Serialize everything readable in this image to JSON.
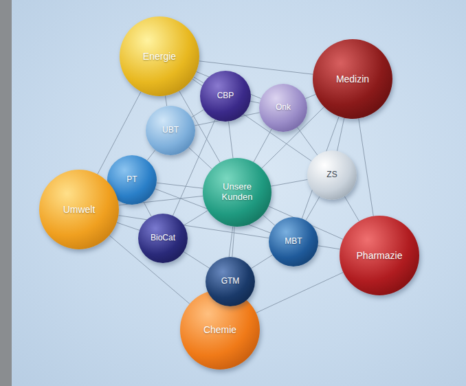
{
  "diagram": {
    "nodes": [
      {
        "text": [
          "Energie"
        ]
      },
      {
        "text": [
          "CBP"
        ]
      },
      {
        "text": [
          "Medizin"
        ]
      },
      {
        "text": [
          "Onk"
        ]
      },
      {
        "text": [
          "UBT"
        ]
      },
      {
        "text": [
          "ZS"
        ]
      },
      {
        "text": [
          "PT"
        ]
      },
      {
        "text": [
          "Unsere Kunden"
        ]
      },
      {
        "text": [
          "Umwelt"
        ]
      },
      {
        "text": [
          "BioCat"
        ]
      },
      {
        "text": [
          "MBT"
        ]
      },
      {
        "text": [
          "Pharmazie"
        ]
      },
      {
        "text": [
          "GTM"
        ]
      },
      {
        "text": [
          "Chemie"
        ]
      }
    ],
    "edges": [
      {
        "from": 7,
        "to": 0,
        "arrow": "none"
      },
      {
        "from": 7,
        "to": 1,
        "arrow": "none"
      },
      {
        "from": 7,
        "to": 2,
        "arrow": "none"
      },
      {
        "from": 7,
        "to": 3,
        "arrow": "none"
      },
      {
        "from": 7,
        "to": 4,
        "arrow": "none"
      },
      {
        "from": 7,
        "to": 5,
        "arrow": "none"
      },
      {
        "from": 7,
        "to": 6,
        "arrow": "none"
      },
      {
        "from": 7,
        "to": 8,
        "arrow": "none"
      },
      {
        "from": 7,
        "to": 9,
        "arrow": "none"
      },
      {
        "from": 7,
        "to": 10,
        "arrow": "none"
      },
      {
        "from": 7,
        "to": 11,
        "arrow": "none"
      },
      {
        "from": 7,
        "to": 12,
        "arrow": "none"
      },
      {
        "from": 7,
        "to": 13,
        "arrow": "none"
      },
      {
        "from": 0,
        "to": 2,
        "arrow": "none"
      },
      {
        "from": 2,
        "to": 11,
        "arrow": "none"
      },
      {
        "from": 11,
        "to": 13,
        "arrow": "none"
      },
      {
        "from": 13,
        "to": 8,
        "arrow": "none"
      },
      {
        "from": 8,
        "to": 0,
        "arrow": "none"
      },
      {
        "from": 0,
        "to": 1,
        "arrow": "none"
      },
      {
        "from": 0,
        "to": 4,
        "arrow": "none"
      },
      {
        "from": 0,
        "to": 3,
        "arrow": "none"
      },
      {
        "from": 0,
        "to": 5,
        "arrow": "none"
      },
      {
        "from": 1,
        "to": 3,
        "arrow": "none"
      },
      {
        "from": 1,
        "to": 4,
        "arrow": "none"
      },
      {
        "from": 1,
        "to": 9,
        "arrow": "none"
      },
      {
        "from": 3,
        "to": 5,
        "arrow": "none"
      },
      {
        "from": 3,
        "to": 2,
        "arrow": "none"
      },
      {
        "from": 3,
        "to": 4,
        "arrow": "none"
      },
      {
        "from": 4,
        "to": 6,
        "arrow": "none"
      },
      {
        "from": 6,
        "to": 8,
        "arrow": "none"
      },
      {
        "from": 6,
        "to": 9,
        "arrow": "none"
      },
      {
        "from": 6,
        "to": 10,
        "arrow": "none"
      },
      {
        "from": 9,
        "to": 12,
        "arrow": "none"
      },
      {
        "from": 9,
        "to": 8,
        "arrow": "none"
      },
      {
        "from": 12,
        "to": 10,
        "arrow": "none"
      },
      {
        "from": 12,
        "to": 13,
        "arrow": "none"
      },
      {
        "from": 10,
        "to": 5,
        "arrow": "none"
      },
      {
        "from": 10,
        "to": 11,
        "arrow": "none"
      },
      {
        "from": 5,
        "to": 2,
        "arrow": "none"
      },
      {
        "from": 5,
        "to": 11,
        "arrow": "none"
      },
      {
        "from": 8,
        "to": 10,
        "arrow": "none"
      },
      {
        "from": 2,
        "to": 10,
        "arrow": "none"
      }
    ]
  }
}
